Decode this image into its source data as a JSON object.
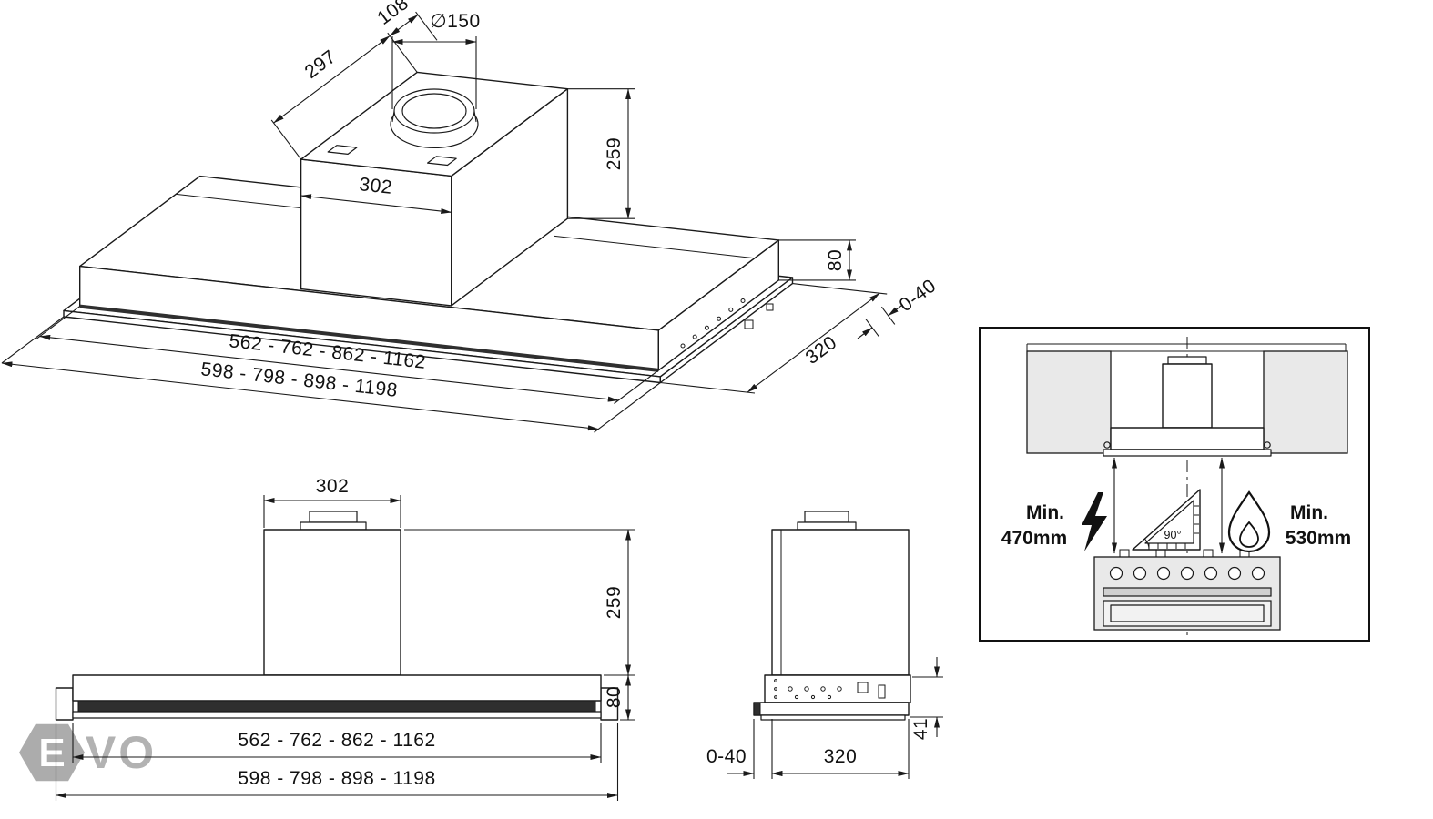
{
  "colors": {
    "line": "#1a1a1a",
    "panel_fill": "#e9e9e9",
    "glass_strip": "#2f2f2f",
    "watermark": "#9e9e9e"
  },
  "iso": {
    "diameter": "∅150",
    "top_depth": "297",
    "top_offset": "108",
    "chimney_width": "302",
    "chimney_height": "259",
    "body_height": "80",
    "visor_travel": "0-40",
    "body_depth": "320",
    "widths_inner": "562 - 762 - 862 - 1162",
    "widths_outer": "598 - 798 - 898 - 1198"
  },
  "front": {
    "chimney_width": "302",
    "chimney_height": "259",
    "body_height": "80",
    "widths_inner": "562 - 762 - 862 - 1162",
    "widths_outer": "598 - 798 - 898 - 1198"
  },
  "side": {
    "visor_travel": "0-40",
    "depth": "320",
    "lower_height": "41"
  },
  "installation": {
    "electric_min_line1": "Min.",
    "electric_min_line2": "470mm",
    "gas_min_line1": "Min.",
    "gas_min_line2": "530mm",
    "angle": "90°"
  },
  "watermark": {
    "badge_letter": "E",
    "suffix": "VO"
  }
}
